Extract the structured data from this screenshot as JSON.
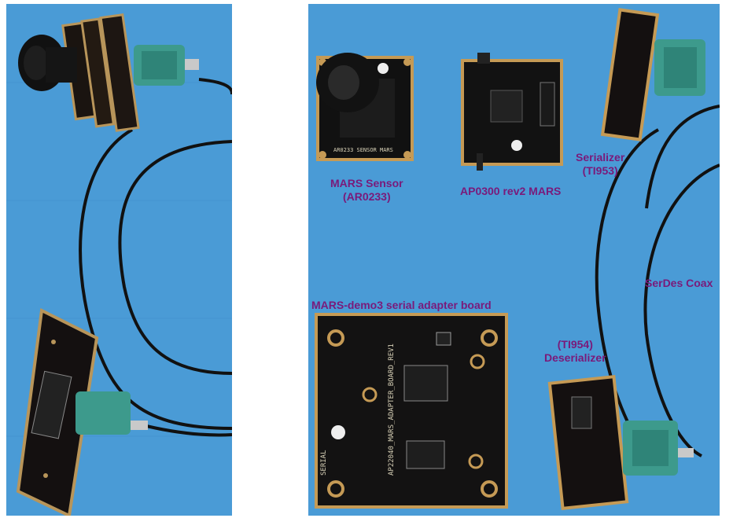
{
  "background_color": "#4a9bd6",
  "label_color": "#7a1a7a",
  "left_photo": {
    "description_icons": [
      "camera-lens",
      "coax-cable",
      "fakra-connector",
      "adapter-board"
    ]
  },
  "right_photo": {
    "labels": {
      "mars_sensor_line1": "MARS Sensor",
      "mars_sensor_line2": "(AR0233)",
      "ap0300": "AP0300 rev2 MARS",
      "serializer_line1": "Serializer",
      "serializer_line2": "(TI953)",
      "serdes_coax": "SerDes Coax",
      "demo3_board": "MARS-demo3 serial adapter board",
      "deserializer_line1": "(TI954)",
      "deserializer_line2": "Deserializer"
    },
    "silkscreen": {
      "sensor_board": "AR0233 SENSOR MARS",
      "adapter_board": "AP22040_MARS_ADAPTER_BOARD_REV1",
      "serial": "SERIAL"
    }
  }
}
